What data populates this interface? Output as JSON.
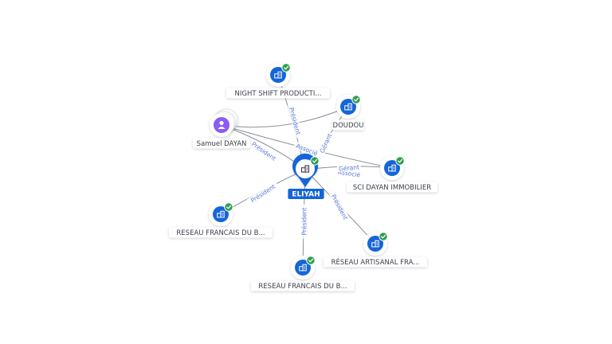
{
  "colors": {
    "accent": "#1565d8",
    "check": "#2e9e4f",
    "person": "#8b5cf6",
    "edge": "#8a8f99",
    "edge_label": "#5a7bd8",
    "label_text": "#3a3f4a"
  },
  "center": {
    "label": "ELIYAH",
    "icon": "building-icon"
  },
  "nodes": [
    {
      "id": "night_shift",
      "label": "NIGHT SHIFT PRODUCTI...",
      "kind": "company",
      "icon": "building-icon",
      "verified": true
    },
    {
      "id": "doudou",
      "label": "DOUDOU",
      "kind": "company",
      "icon": "building-icon",
      "verified": true
    },
    {
      "id": "samuel",
      "label": "Samuel DAYAN",
      "kind": "person",
      "icon": "person-icon",
      "verified": false
    },
    {
      "id": "sci_dayan",
      "label": "SCI DAYAN IMMOBILIER",
      "kind": "company",
      "icon": "building-icon",
      "verified": true
    },
    {
      "id": "reseau_bl",
      "label": "RESEAU FRANCAIS DU B...",
      "kind": "company",
      "icon": "building-icon",
      "verified": true
    },
    {
      "id": "reseau_artisanal",
      "label": "RÉSEAU ARTISANAL FRA...",
      "kind": "company",
      "icon": "building-icon",
      "verified": true
    },
    {
      "id": "reseau_bottom",
      "label": "RESEAU FRANCAIS DU B...",
      "kind": "company",
      "icon": "building-icon",
      "verified": true
    }
  ],
  "edges": [
    {
      "from": "center",
      "to": "night_shift",
      "label": "Président"
    },
    {
      "from": "center",
      "to": "doudou",
      "label": "Gérant"
    },
    {
      "from": "samuel",
      "to": "center",
      "label": "Président"
    },
    {
      "from": "samuel",
      "to": "doudou",
      "label": "Associé"
    },
    {
      "from": "samuel",
      "to": "sci_dayan",
      "label": "Associé"
    },
    {
      "from": "center",
      "to": "sci_dayan",
      "label": "Gérant"
    },
    {
      "from": "center",
      "to": "reseau_bl",
      "label": "Président"
    },
    {
      "from": "center",
      "to": "reseau_artisanal",
      "label": "Président"
    },
    {
      "from": "center",
      "to": "reseau_bottom",
      "label": "Président"
    }
  ]
}
